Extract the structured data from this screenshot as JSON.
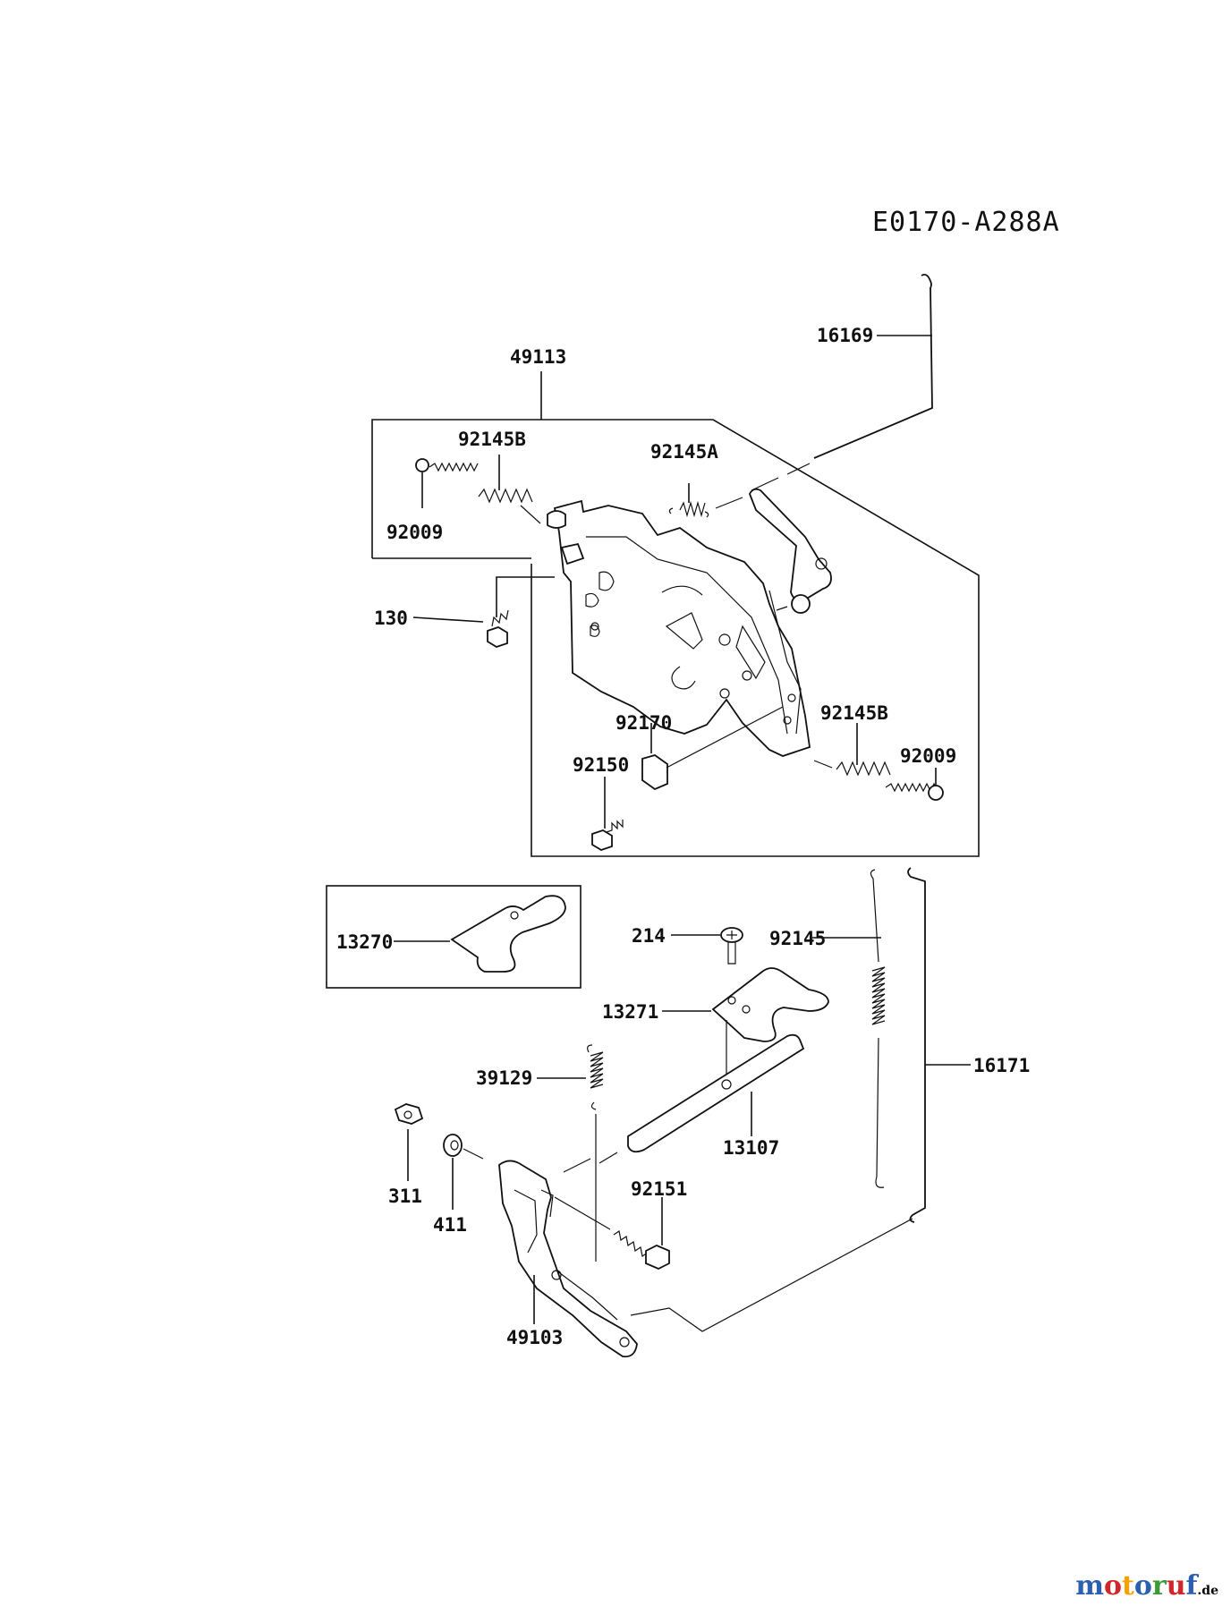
{
  "diagram_code": "E0170-A288A",
  "labels": {
    "p16169": "16169",
    "p49113": "49113",
    "p92145B_top": "92145B",
    "p92145A": "92145A",
    "p92009_top": "92009",
    "p130": "130",
    "p92145B_mid": "92145B",
    "p92170": "92170",
    "p92150": "92150",
    "p92009_mid": "92009",
    "p13270": "13270",
    "p214": "214",
    "p92145": "92145",
    "p13271": "13271",
    "p16171": "16171",
    "p39129": "39129",
    "p13107": "13107",
    "p311": "311",
    "p411": "411",
    "p92151": "92151",
    "p49103": "49103"
  },
  "watermark": {
    "brand": "motoruf",
    "suffix": ".de",
    "colors": [
      "#2b5fb0",
      "#d1272b",
      "#f2a300",
      "#2b5fb0",
      "#3a9a35",
      "#d1272b",
      "#2b5fb0"
    ]
  }
}
